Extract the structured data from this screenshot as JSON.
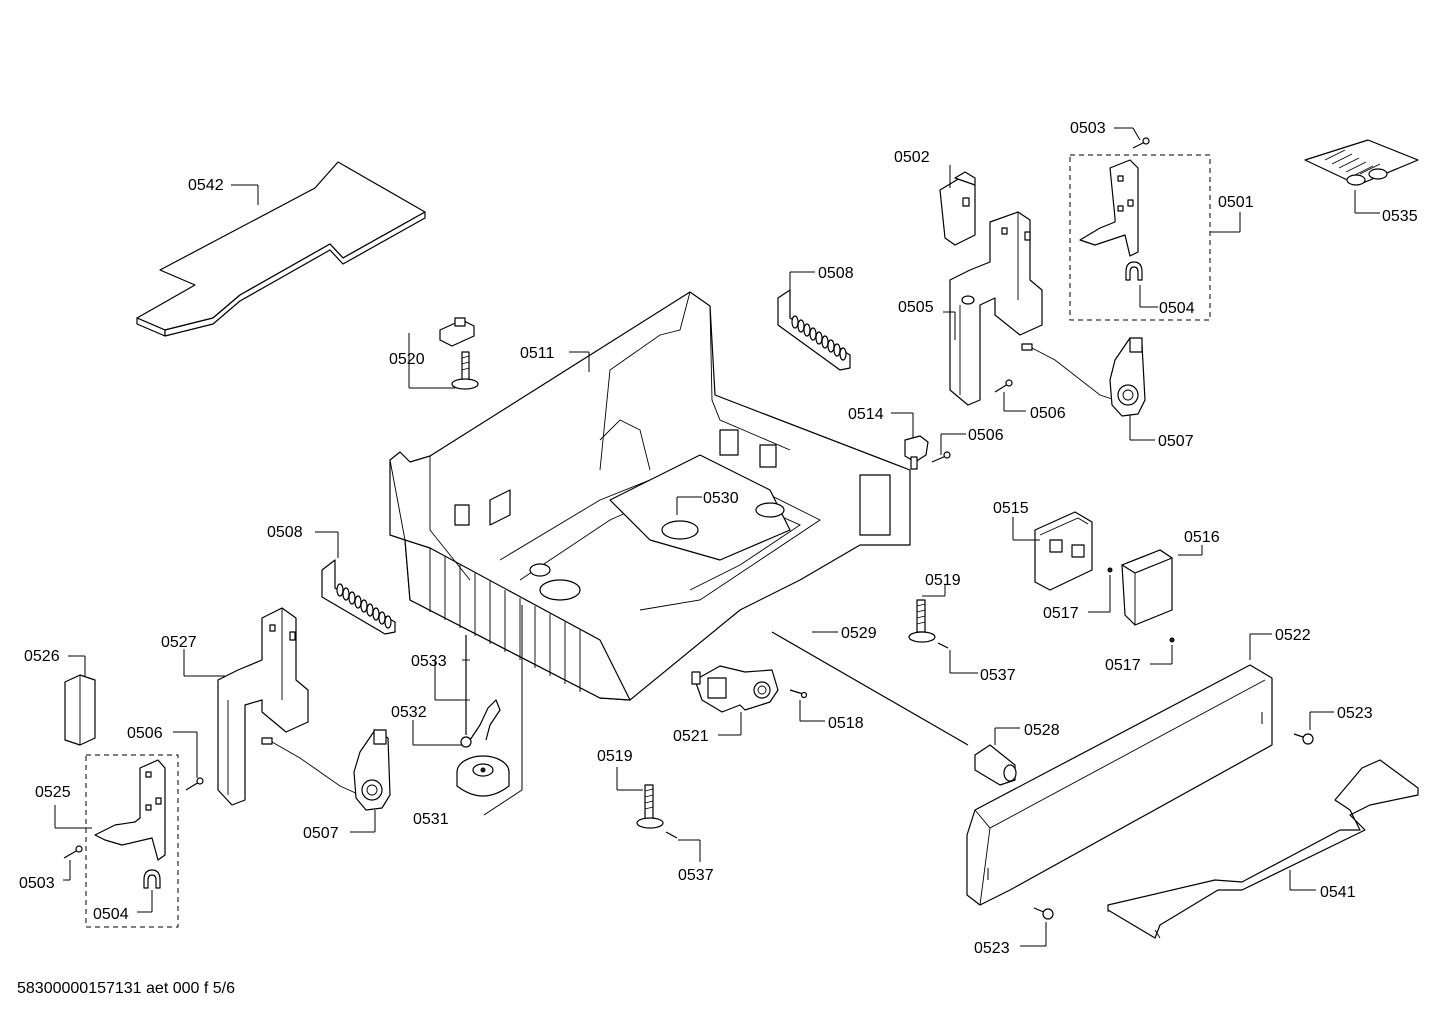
{
  "labels": {
    "p0542": "0542",
    "p0520": "0520",
    "p0511": "0511",
    "p0508a": "0508",
    "p0508b": "0508",
    "p0502": "0502",
    "p0503a": "0503",
    "p0503b": "0503",
    "p0501": "0501",
    "p0535": "0535",
    "p0505": "0505",
    "p0504a": "0504",
    "p0504b": "0504",
    "p0506a": "0506",
    "p0506b": "0506",
    "p0506c": "0506",
    "p0514": "0514",
    "p0507a": "0507",
    "p0507b": "0507",
    "p0530": "0530",
    "p0515": "0515",
    "p0516": "0516",
    "p0519a": "0519",
    "p0519b": "0519",
    "p0517a": "0517",
    "p0517b": "0517",
    "p0529": "0529",
    "p0522": "0522",
    "p0537a": "0537",
    "p0537b": "0537",
    "p0526": "0526",
    "p0527": "0527",
    "p0533": "0533",
    "p0532": "0532",
    "p0521": "0521",
    "p0518": "0518",
    "p0528": "0528",
    "p0523a": "0523",
    "p0523b": "0523",
    "p0525": "0525",
    "p0531": "0531",
    "p0541": "0541"
  },
  "footer": {
    "code": "58300000157131 aet 000 f 5/6"
  }
}
